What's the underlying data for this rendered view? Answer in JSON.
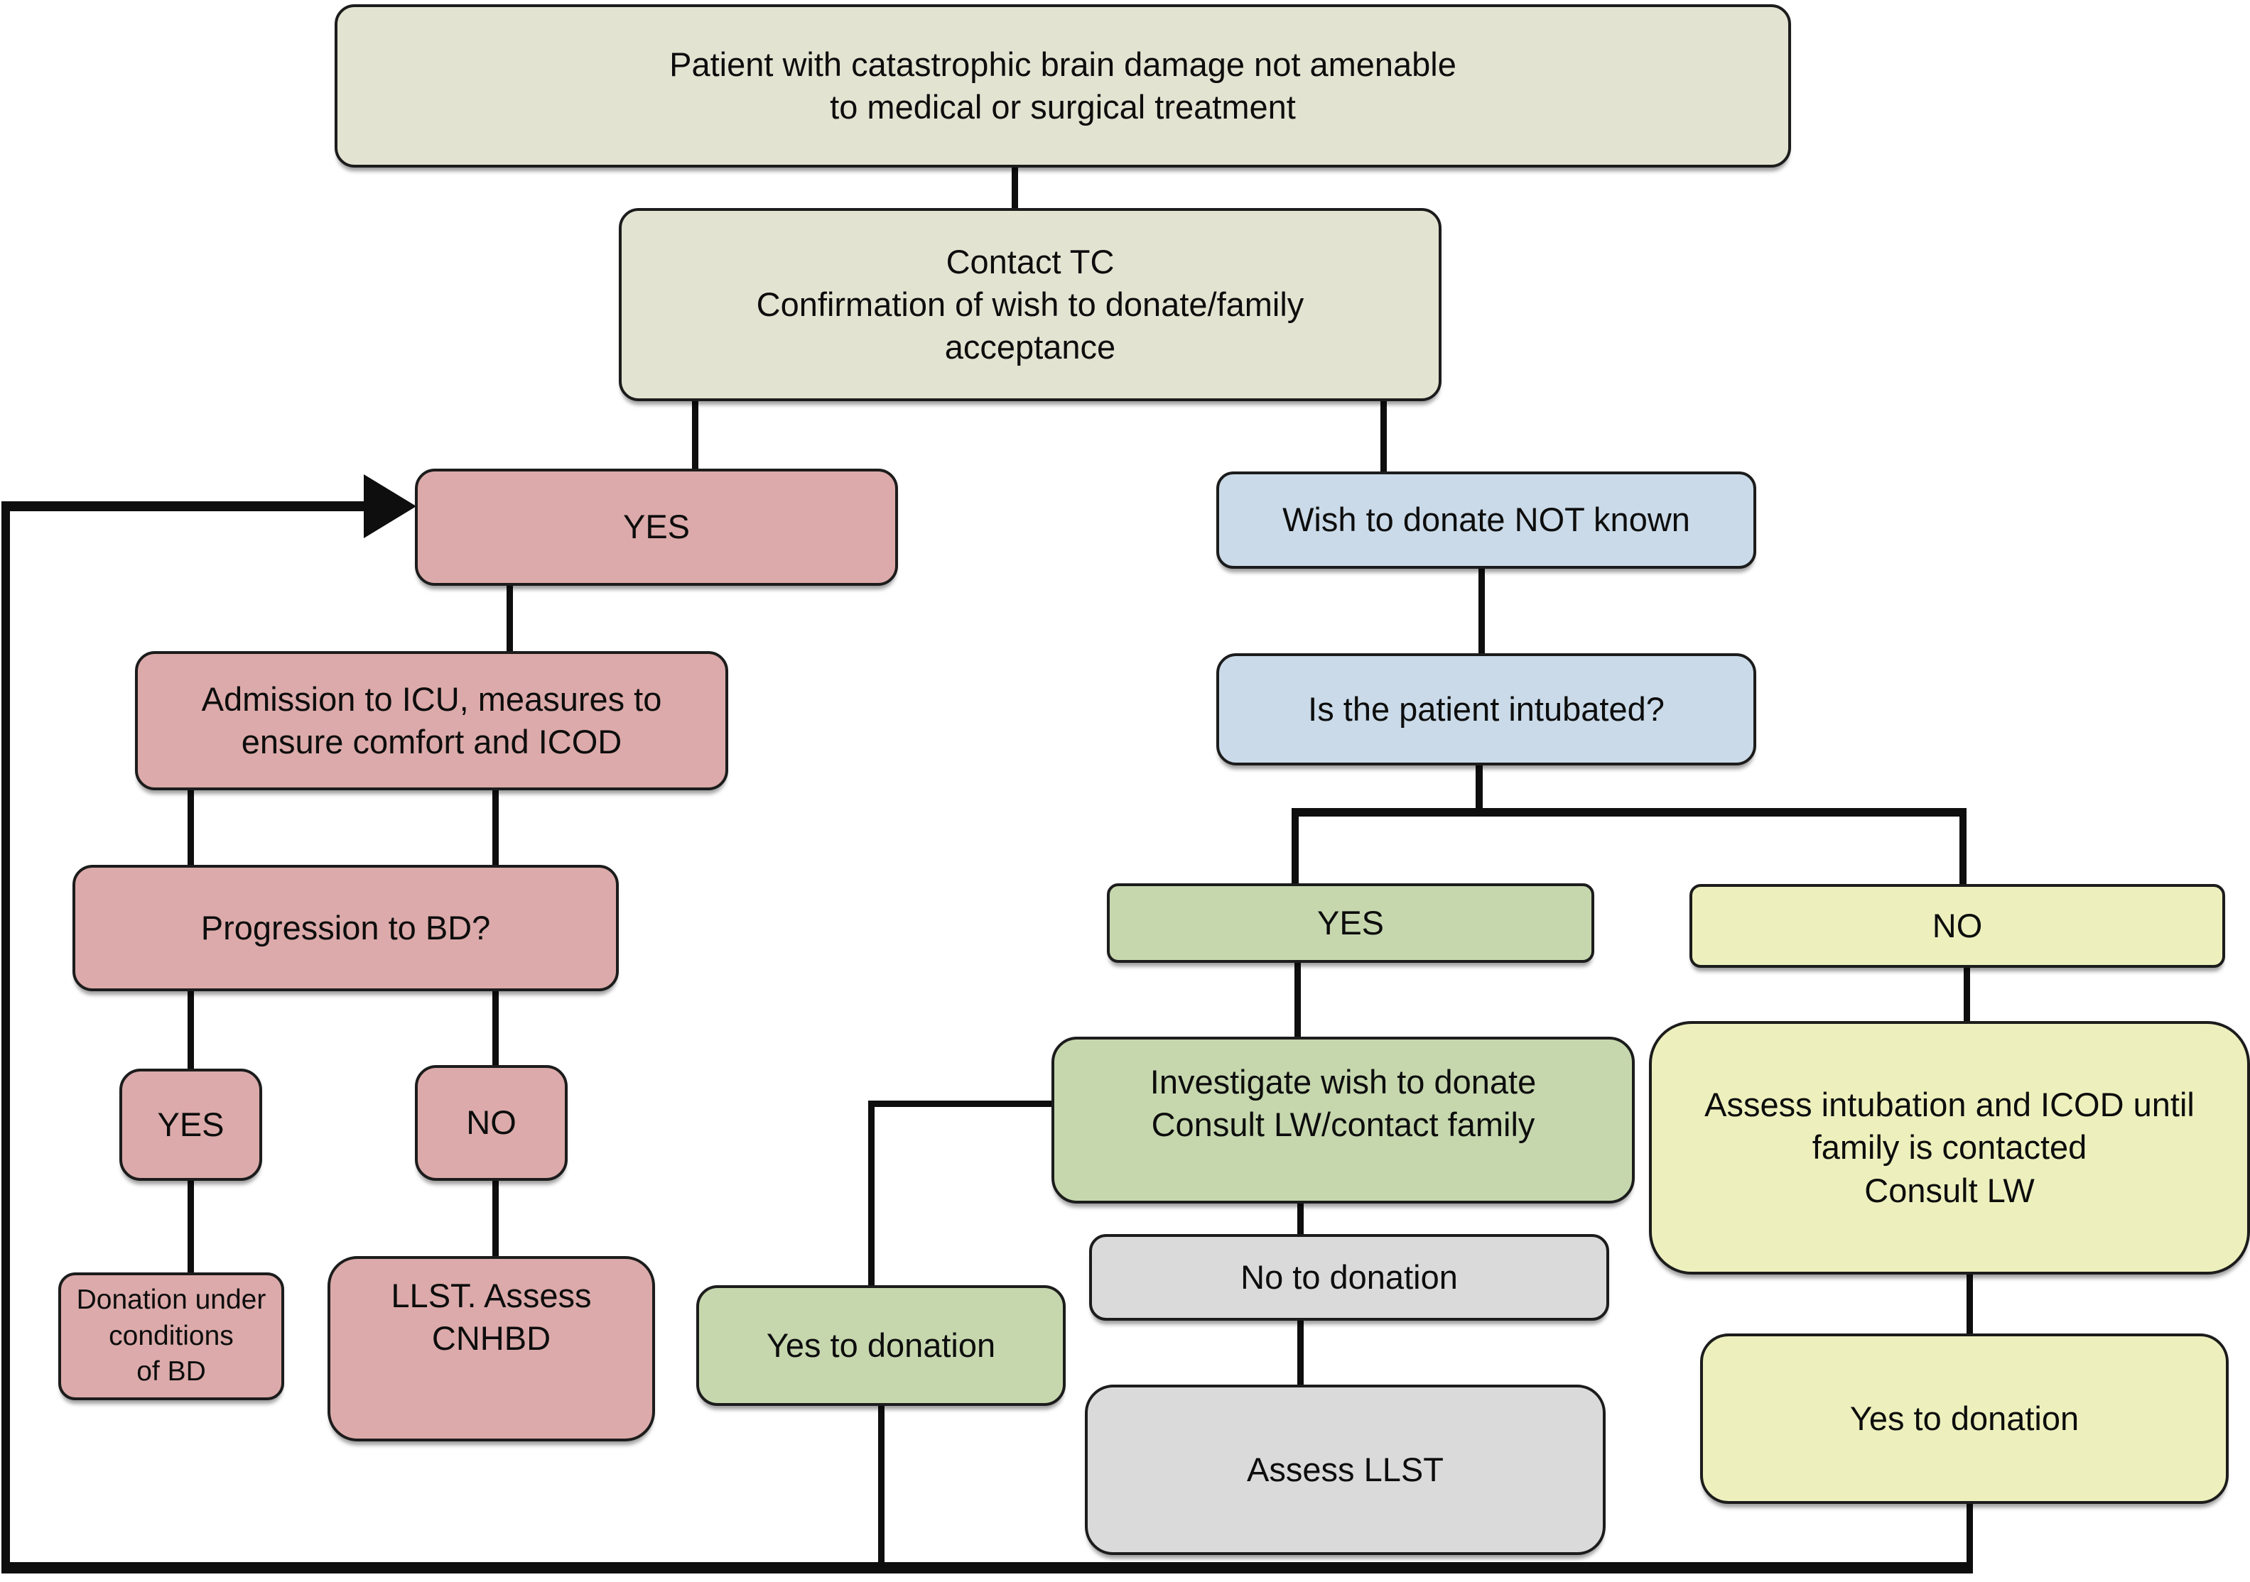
{
  "flowchart": {
    "title": "Organ donation decision flowchart",
    "line_color": "#0e0e0e",
    "border_color": "#1c1c1c",
    "palette": {
      "beige": "#e3e3d2",
      "pink": "#dcaaaa",
      "blue": "#cadae8",
      "green": "#c6d7ae",
      "yellow": "#edf0bd",
      "gray": "#dadada"
    },
    "nodes": {
      "patient": {
        "label": "Patient with catastrophic brain damage not amenable\nto medical or surgical treatment",
        "color": "#e3e3d2"
      },
      "contact": {
        "label": "Contact TC\nConfirmation of wish to donate/family\nacceptance",
        "color": "#e3e3d2"
      },
      "yes_main": {
        "label": "YES",
        "color": "#dcaaaa"
      },
      "wish_not_known": {
        "label": "Wish to donate NOT known",
        "color": "#cadae8"
      },
      "admission": {
        "label": "Admission to ICU, measures to\nensure comfort and ICOD",
        "color": "#dcaaaa"
      },
      "intubated": {
        "label": "Is the patient intubated?",
        "color": "#cadae8"
      },
      "progression": {
        "label": "Progression to BD?",
        "color": "#dcaaaa"
      },
      "yes_small": {
        "label": "YES",
        "color": "#dcaaaa"
      },
      "no_small": {
        "label": "NO",
        "color": "#dcaaaa"
      },
      "donation_bd": {
        "label": "Donation under\nconditions\nof BD",
        "color": "#dcaaaa"
      },
      "llst_cnhbd": {
        "label": "LLST. Assess\nCNHBD",
        "color": "#dcaaaa"
      },
      "yes_green": {
        "label": "YES",
        "color": "#c6d7ae"
      },
      "no_yellow": {
        "label": "NO",
        "color": "#edf0bd"
      },
      "investigate": {
        "label": "Investigate wish to donate\nConsult LW/contact family",
        "color": "#c6d7ae"
      },
      "yes_donation_green": {
        "label": "Yes to donation",
        "color": "#c6d7ae"
      },
      "no_donation_gray": {
        "label": "No to donation",
        "color": "#dadada"
      },
      "assess_llst_gray": {
        "label": "Assess LLST",
        "color": "#dadada"
      },
      "assess_intub_yellow": {
        "label": "Assess intubation and ICOD until\nfamily is contacted\nConsult LW",
        "color": "#edf0bd"
      },
      "yes_donation_yellow": {
        "label": "Yes to donation",
        "color": "#edf0bd"
      }
    }
  }
}
